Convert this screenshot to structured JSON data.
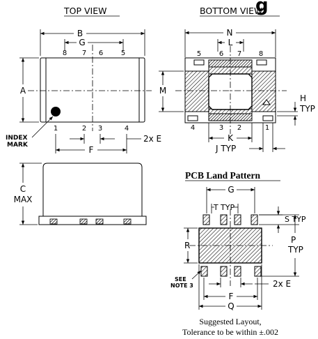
{
  "title_fragment": "g",
  "top_view": {
    "heading": "TOP VIEW",
    "dim_b": "B",
    "dim_g": "G",
    "dim_a": "A",
    "dim_f": "F",
    "dim_e": "2x E",
    "pins_top": [
      "8",
      "7",
      "6",
      "5"
    ],
    "pins_bottom": [
      "1",
      "2",
      "3",
      "4"
    ],
    "index_mark": [
      "INDEX",
      "MARK"
    ]
  },
  "bottom_view": {
    "heading": "BOTTOM VIEW",
    "dim_n": "N",
    "dim_l": "L",
    "dim_m": "M",
    "dim_k": "K",
    "dim_j": "J TYP",
    "dim_h": [
      "H",
      "TYP"
    ],
    "pins_top": [
      "5",
      "6",
      "7",
      "8"
    ],
    "pins_bottom": [
      "4",
      "3",
      "2",
      "1"
    ]
  },
  "side_view": {
    "dim_c": [
      "C",
      "MAX"
    ]
  },
  "pcb": {
    "heading": "PCB Land Pattern",
    "dim_g": "G",
    "dim_t": "T TYP",
    "dim_s": "S TYP",
    "dim_r": "R",
    "dim_p": [
      "P",
      "TYP"
    ],
    "dim_f": "F",
    "dim_q": "Q",
    "dim_e": "2x E",
    "see_note": [
      "SEE",
      "NOTE 3"
    ],
    "caption": [
      "Suggested Layout,",
      "Tolerance to be within ±.002"
    ]
  }
}
